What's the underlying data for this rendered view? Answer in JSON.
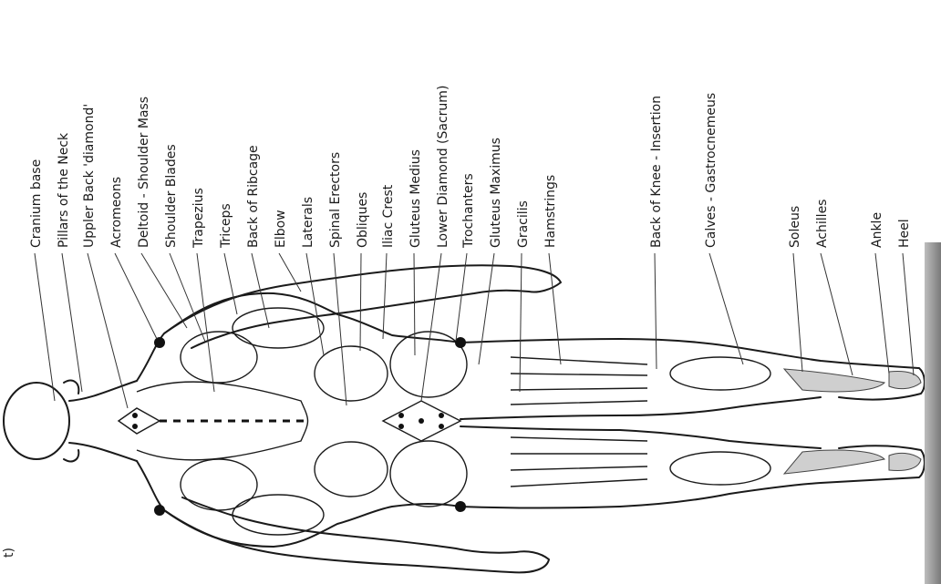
{
  "labels": [
    {
      "key": "cranium_base",
      "text": "Cranium base"
    },
    {
      "key": "pillars_of_the_neck",
      "text": "Pillars of the Neck"
    },
    {
      "key": "upper_back_diamond",
      "text": "Uppler Back 'diamond'"
    },
    {
      "key": "acromeons",
      "text": "Acromeons"
    },
    {
      "key": "deltoid",
      "text": "Deltoid - Shoulder Mass"
    },
    {
      "key": "shoulder_blades",
      "text": "Shoulder Blades"
    },
    {
      "key": "trapezius",
      "text": "Trapezius"
    },
    {
      "key": "triceps",
      "text": "Triceps"
    },
    {
      "key": "back_of_ribcage",
      "text": "Back of Ribcage"
    },
    {
      "key": "elbow",
      "text": "Elbow"
    },
    {
      "key": "laterals",
      "text": "Laterals"
    },
    {
      "key": "spinal_erectors",
      "text": "Spinal Erectors"
    },
    {
      "key": "obliques",
      "text": "Obliques"
    },
    {
      "key": "iliac_crest",
      "text": "Iliac Crest"
    },
    {
      "key": "gluteus_medius",
      "text": "Gluteus Medius"
    },
    {
      "key": "lower_diamond",
      "text": "Lower Diamond (Sacrum)"
    },
    {
      "key": "trochanters",
      "text": "Trochanters"
    },
    {
      "key": "gluteus_maximus",
      "text": "Gluteus Maximus"
    },
    {
      "key": "gracilis",
      "text": "Gracilis"
    },
    {
      "key": "hamstrings",
      "text": "Hamstrings"
    },
    {
      "key": "back_of_knee",
      "text": "Back of Knee - Insertion"
    },
    {
      "key": "calves",
      "text": "Calves - Gastrocnemeus"
    },
    {
      "key": "soleus",
      "text": "Soleus"
    },
    {
      "key": "achilles",
      "text": "Achilles"
    },
    {
      "key": "ankle",
      "text": "Ankle"
    },
    {
      "key": "heel",
      "text": "Heel"
    }
  ],
  "page_fragment": "t)"
}
